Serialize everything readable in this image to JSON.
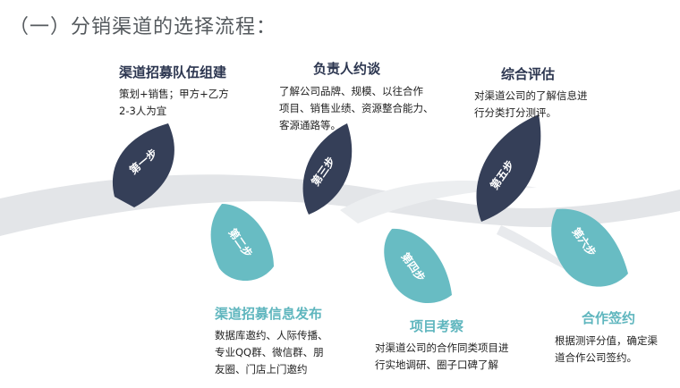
{
  "title": "（一）分销渠道的选择流程：",
  "colors": {
    "dark": "#353f58",
    "teal": "#68bcc3",
    "swoosh": "#e3e5e8"
  },
  "steps": [
    {
      "step_label": "第一步",
      "heading": "渠道招募队伍组建",
      "desc": [
        "策划+销售；甲方+乙方",
        "2-3人为宜"
      ],
      "tone": "dark"
    },
    {
      "step_label": "第二步",
      "heading": "渠道招募信息发布",
      "desc": [
        "数据库邀约、人际传播、",
        "专业QQ群、微信群、朋",
        "友圈、门店上门邀约"
      ],
      "tone": "teal"
    },
    {
      "step_label": "第三步",
      "heading": "负责人约谈",
      "desc": [
        "了解公司品牌、规模、以往合作",
        "项目、销售业绩、资源整合能力、",
        "客源通路等。"
      ],
      "tone": "dark"
    },
    {
      "step_label": "第四步",
      "heading": "项目考察",
      "desc": [
        "对渠道公司的合作同类项目进",
        "行实地调研、圈子口碑了解"
      ],
      "tone": "teal"
    },
    {
      "step_label": "第五步",
      "heading": "综合评估",
      "desc": [
        "对渠道公司的了解信息进",
        "行分类打分测评。"
      ],
      "tone": "dark"
    },
    {
      "step_label": "第六步",
      "heading": "合作签约",
      "desc": [
        "根据测评分值，确定渠",
        "道合作公司签约。"
      ],
      "tone": "teal"
    }
  ]
}
